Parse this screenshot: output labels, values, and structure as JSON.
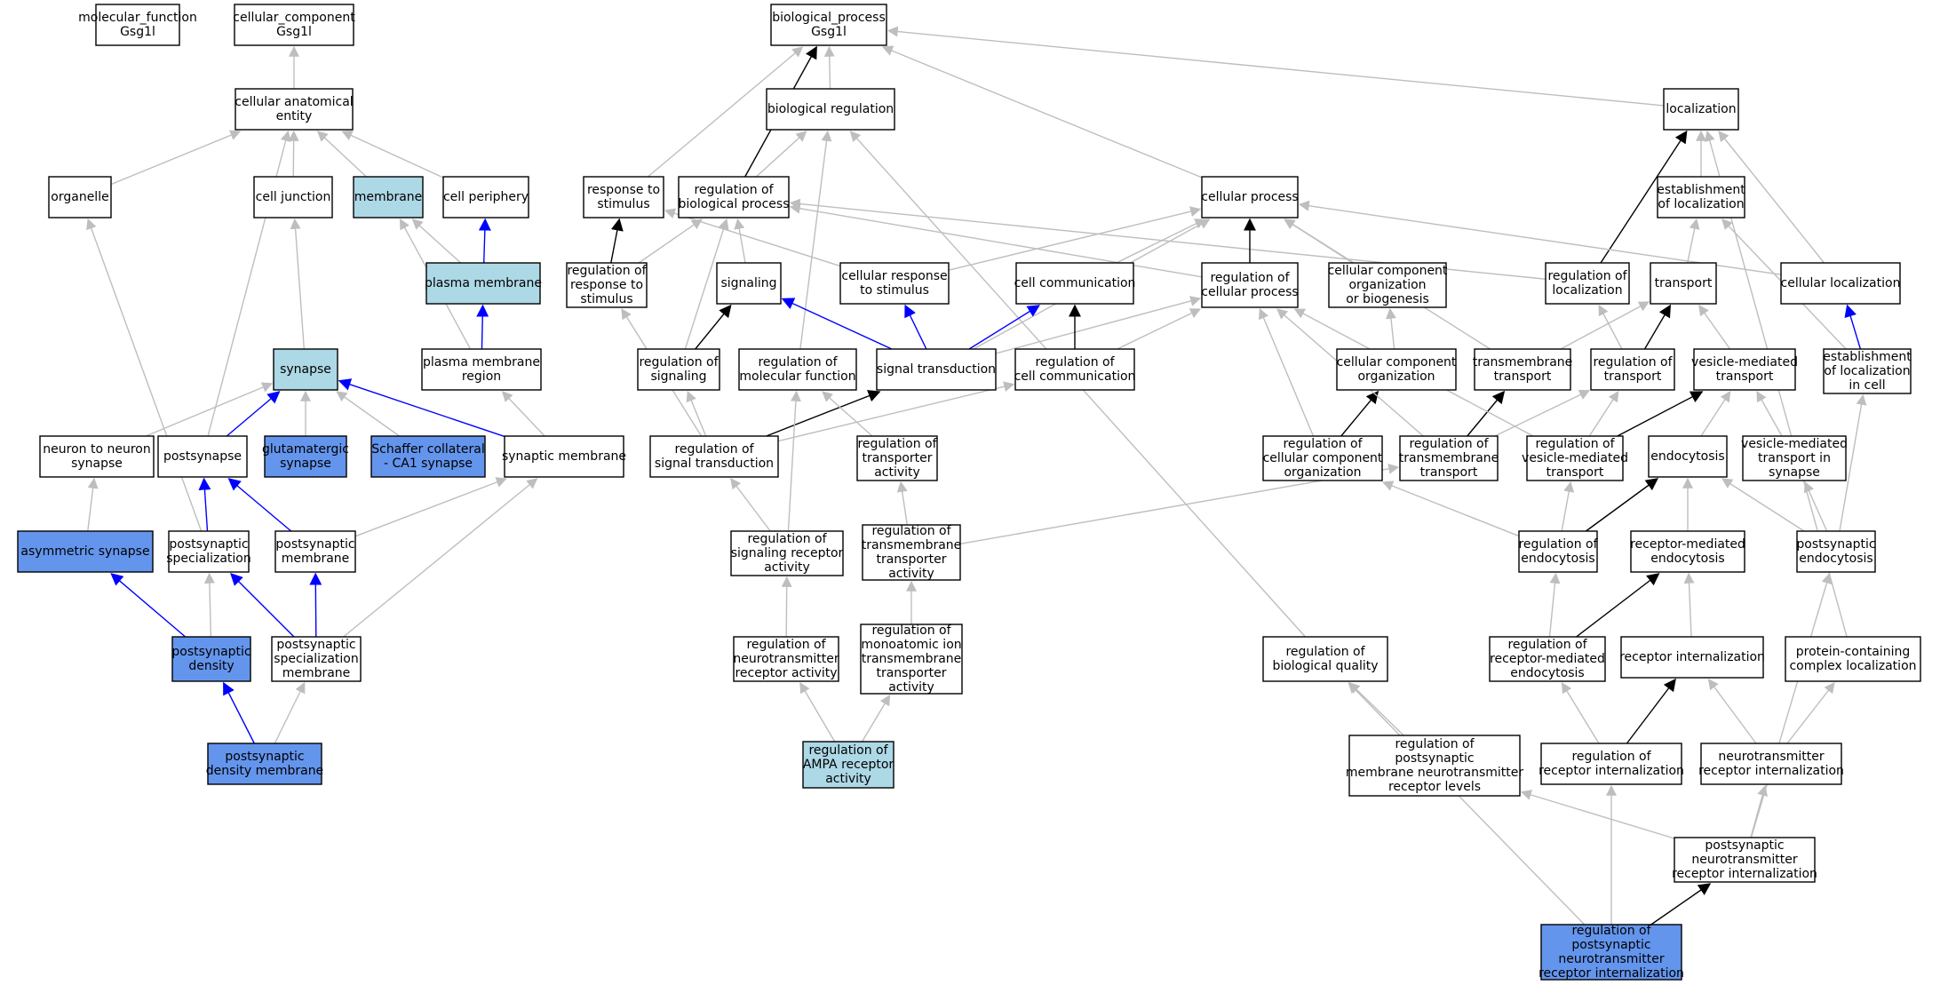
{
  "colors": {
    "white": "#ffffff",
    "light": "#add8e6",
    "blue": "#6495ed",
    "edge_gray": "#bebebe",
    "edge_black": "#000000",
    "edge_blue": "#0000ff"
  },
  "nodes": [
    {
      "id": "mf",
      "fill": "white",
      "lines": [
        "molecular_function",
        "Gsg1l"
      ]
    },
    {
      "id": "cc",
      "fill": "white",
      "lines": [
        "cellular_component",
        "Gsg1l"
      ]
    },
    {
      "id": "bp",
      "fill": "white",
      "lines": [
        "biological_process",
        "Gsg1l"
      ]
    },
    {
      "id": "cae",
      "fill": "white",
      "lines": [
        "cellular anatomical",
        "entity"
      ]
    },
    {
      "id": "bioreg",
      "fill": "white",
      "lines": [
        "biological regulation"
      ]
    },
    {
      "id": "loc",
      "fill": "white",
      "lines": [
        "localization"
      ]
    },
    {
      "id": "organelle",
      "fill": "white",
      "lines": [
        "organelle"
      ]
    },
    {
      "id": "celljunc",
      "fill": "white",
      "lines": [
        "cell junction"
      ]
    },
    {
      "id": "membrane",
      "fill": "light",
      "lines": [
        "membrane"
      ]
    },
    {
      "id": "cellper",
      "fill": "white",
      "lines": [
        "cell periphery"
      ]
    },
    {
      "id": "resp",
      "fill": "white",
      "lines": [
        "response to",
        "stimulus"
      ]
    },
    {
      "id": "regbio",
      "fill": "white",
      "lines": [
        "regulation of",
        "biological process"
      ]
    },
    {
      "id": "cellproc",
      "fill": "white",
      "lines": [
        "cellular process"
      ]
    },
    {
      "id": "estloc",
      "fill": "white",
      "lines": [
        "establishment",
        "of localization"
      ]
    },
    {
      "id": "plasmamem",
      "fill": "light",
      "lines": [
        "plasma membrane"
      ]
    },
    {
      "id": "regresp",
      "fill": "white",
      "lines": [
        "regulation of",
        "response to",
        "stimulus"
      ]
    },
    {
      "id": "signaling",
      "fill": "white",
      "lines": [
        "signaling"
      ]
    },
    {
      "id": "cellresp",
      "fill": "white",
      "lines": [
        "cellular response",
        "to stimulus"
      ]
    },
    {
      "id": "cellcomm",
      "fill": "white",
      "lines": [
        "cell communication"
      ]
    },
    {
      "id": "regcellproc",
      "fill": "white",
      "lines": [
        "regulation of",
        "cellular process"
      ]
    },
    {
      "id": "ccorg",
      "fill": "white",
      "lines": [
        "cellular component",
        "organization",
        "or biogenesis"
      ]
    },
    {
      "id": "regloc",
      "fill": "white",
      "lines": [
        "regulation of",
        "localization"
      ]
    },
    {
      "id": "transport",
      "fill": "white",
      "lines": [
        "transport"
      ]
    },
    {
      "id": "cellloc",
      "fill": "white",
      "lines": [
        "cellular localization"
      ]
    },
    {
      "id": "synapse",
      "fill": "light",
      "lines": [
        "synapse"
      ]
    },
    {
      "id": "pmregion",
      "fill": "white",
      "lines": [
        "plasma membrane",
        "region"
      ]
    },
    {
      "id": "regsig",
      "fill": "white",
      "lines": [
        "regulation of",
        "signaling"
      ]
    },
    {
      "id": "regmf",
      "fill": "white",
      "lines": [
        "regulation of",
        "molecular function"
      ]
    },
    {
      "id": "sigtrans",
      "fill": "white",
      "lines": [
        "signal transduction"
      ]
    },
    {
      "id": "regcellcomm",
      "fill": "white",
      "lines": [
        "regulation of",
        "cell communication"
      ]
    },
    {
      "id": "ccorg2",
      "fill": "white",
      "lines": [
        "cellular component",
        "organization"
      ]
    },
    {
      "id": "tmtrans",
      "fill": "white",
      "lines": [
        "transmembrane",
        "transport"
      ]
    },
    {
      "id": "regtrans",
      "fill": "white",
      "lines": [
        "regulation of",
        "transport"
      ]
    },
    {
      "id": "vesmed",
      "fill": "white",
      "lines": [
        "vesicle-mediated",
        "transport"
      ]
    },
    {
      "id": "estlocincell",
      "fill": "white",
      "lines": [
        "establishment",
        "of localization",
        "in cell"
      ]
    },
    {
      "id": "n2n",
      "fill": "white",
      "lines": [
        "neuron to neuron",
        "synapse"
      ]
    },
    {
      "id": "postsyn",
      "fill": "white",
      "lines": [
        "postsynapse"
      ]
    },
    {
      "id": "glut",
      "fill": "blue",
      "lines": [
        "glutamatergic",
        "synapse"
      ]
    },
    {
      "id": "schaffer",
      "fill": "blue",
      "lines": [
        "Schaffer collateral",
        "- CA1 synapse"
      ]
    },
    {
      "id": "synmem",
      "fill": "white",
      "lines": [
        "synaptic membrane"
      ]
    },
    {
      "id": "regsigtrans",
      "fill": "white",
      "lines": [
        "regulation of",
        "signal transduction"
      ]
    },
    {
      "id": "regtransact",
      "fill": "white",
      "lines": [
        "regulation of",
        "transporter",
        "activity"
      ]
    },
    {
      "id": "regccorg",
      "fill": "white",
      "lines": [
        "regulation of",
        "cellular component",
        "organization"
      ]
    },
    {
      "id": "regtmtrans",
      "fill": "white",
      "lines": [
        "regulation of",
        "transmembrane",
        "transport"
      ]
    },
    {
      "id": "regvesmed",
      "fill": "white",
      "lines": [
        "regulation of",
        "vesicle-mediated",
        "transport"
      ]
    },
    {
      "id": "endo",
      "fill": "white",
      "lines": [
        "endocytosis"
      ]
    },
    {
      "id": "vesmedsyn",
      "fill": "white",
      "lines": [
        "vesicle-mediated",
        "transport in",
        "synapse"
      ]
    },
    {
      "id": "asym",
      "fill": "blue",
      "lines": [
        "asymmetric synapse"
      ]
    },
    {
      "id": "postspec",
      "fill": "white",
      "lines": [
        "postsynaptic",
        "specialization"
      ]
    },
    {
      "id": "postmem",
      "fill": "white",
      "lines": [
        "postsynaptic",
        "membrane"
      ]
    },
    {
      "id": "regsigrec",
      "fill": "white",
      "lines": [
        "regulation of",
        "signaling receptor",
        "activity"
      ]
    },
    {
      "id": "regtmtransact",
      "fill": "white",
      "lines": [
        "regulation of",
        "transmembrane",
        "transporter",
        "activity"
      ]
    },
    {
      "id": "regendo",
      "fill": "white",
      "lines": [
        "regulation of",
        "endocytosis"
      ]
    },
    {
      "id": "recmedendo",
      "fill": "white",
      "lines": [
        "receptor-mediated",
        "endocytosis"
      ]
    },
    {
      "id": "postendo",
      "fill": "white",
      "lines": [
        "postsynaptic",
        "endocytosis"
      ]
    },
    {
      "id": "psd",
      "fill": "blue",
      "lines": [
        "postsynaptic",
        "density"
      ]
    },
    {
      "id": "postspecmem",
      "fill": "white",
      "lines": [
        "postsynaptic",
        "specialization",
        "membrane"
      ]
    },
    {
      "id": "regntrec",
      "fill": "white",
      "lines": [
        "regulation of",
        "neurotransmitter",
        "receptor activity"
      ]
    },
    {
      "id": "regmono",
      "fill": "white",
      "lines": [
        "regulation of",
        "monoatomic ion",
        "transmembrane",
        "transporter",
        "activity"
      ]
    },
    {
      "id": "regbioqual",
      "fill": "white",
      "lines": [
        "regulation of",
        "biological quality"
      ]
    },
    {
      "id": "regrecmedendo",
      "fill": "white",
      "lines": [
        "regulation of",
        "receptor-mediated",
        "endocytosis"
      ]
    },
    {
      "id": "recint",
      "fill": "white",
      "lines": [
        "receptor internalization"
      ]
    },
    {
      "id": "protcomp",
      "fill": "white",
      "lines": [
        "protein-containing",
        "complex localization"
      ]
    },
    {
      "id": "psdmem",
      "fill": "blue",
      "lines": [
        "postsynaptic",
        "density membrane"
      ]
    },
    {
      "id": "regampa",
      "fill": "light",
      "lines": [
        "regulation of",
        "AMPA receptor",
        "activity"
      ]
    },
    {
      "id": "regpostmemnt",
      "fill": "white",
      "lines": [
        "regulation of",
        "postsynaptic",
        "membrane neurotransmitter",
        "receptor levels"
      ]
    },
    {
      "id": "regrecint",
      "fill": "white",
      "lines": [
        "regulation of",
        "receptor internalization"
      ]
    },
    {
      "id": "ntrecint",
      "fill": "white",
      "lines": [
        "neurotransmitter",
        "receptor internalization"
      ]
    },
    {
      "id": "postntrecint",
      "fill": "white",
      "lines": [
        "postsynaptic",
        "neurotransmitter",
        "receptor internalization"
      ]
    },
    {
      "id": "regpostntrecint",
      "fill": "blue",
      "lines": [
        "regulation of",
        "postsynaptic",
        "neurotransmitter",
        "receptor internalization"
      ]
    }
  ],
  "edges": [
    [
      "cae",
      "cc",
      "gray"
    ],
    [
      "organelle",
      "cae",
      "gray"
    ],
    [
      "celljunc",
      "cae",
      "gray"
    ],
    [
      "membrane",
      "cae",
      "gray"
    ],
    [
      "cellper",
      "cae",
      "gray"
    ],
    [
      "postsyn",
      "cae",
      "gray"
    ],
    [
      "postspec",
      "organelle",
      "gray"
    ],
    [
      "synapse",
      "celljunc",
      "gray"
    ],
    [
      "plasmamem",
      "membrane",
      "gray"
    ],
    [
      "plasmamem",
      "cellper",
      "blue"
    ],
    [
      "pmregion",
      "membrane",
      "gray"
    ],
    [
      "pmregion",
      "plasmamem",
      "blue"
    ],
    [
      "n2n",
      "synapse",
      "gray"
    ],
    [
      "postsyn",
      "synapse",
      "blue"
    ],
    [
      "glut",
      "synapse",
      "gray"
    ],
    [
      "schaffer",
      "synapse",
      "gray"
    ],
    [
      "synmem",
      "synapse",
      "blue"
    ],
    [
      "synmem",
      "pmregion",
      "gray"
    ],
    [
      "asym",
      "n2n",
      "gray"
    ],
    [
      "postspec",
      "postsyn",
      "blue"
    ],
    [
      "postmem",
      "postsyn",
      "blue"
    ],
    [
      "postmem",
      "synmem",
      "gray"
    ],
    [
      "psd",
      "asym",
      "blue"
    ],
    [
      "psd",
      "postspec",
      "gray"
    ],
    [
      "postspecmem",
      "postspec",
      "blue"
    ],
    [
      "postspecmem",
      "postmem",
      "blue"
    ],
    [
      "postspecmem",
      "synmem",
      "gray"
    ],
    [
      "psdmem",
      "psd",
      "blue"
    ],
    [
      "psdmem",
      "postspecmem",
      "gray"
    ],
    [
      "bioreg",
      "bp",
      "gray"
    ],
    [
      "loc",
      "bp",
      "gray"
    ],
    [
      "resp",
      "bp",
      "gray"
    ],
    [
      "regbio",
      "bp",
      "black"
    ],
    [
      "cellproc",
      "bp",
      "gray"
    ],
    [
      "regbio",
      "bioreg",
      "gray"
    ],
    [
      "estloc",
      "loc",
      "gray"
    ],
    [
      "regloc",
      "loc",
      "black"
    ],
    [
      "cellloc",
      "loc",
      "gray"
    ],
    [
      "protcomp",
      "loc",
      "gray"
    ],
    [
      "regresp",
      "resp",
      "black"
    ],
    [
      "regresp",
      "regbio",
      "gray"
    ],
    [
      "cellresp",
      "resp",
      "gray"
    ],
    [
      "signaling",
      "regbio",
      "gray"
    ],
    [
      "regcellproc",
      "regbio",
      "gray"
    ],
    [
      "regloc",
      "regbio",
      "gray"
    ],
    [
      "regsig",
      "regbio",
      "gray"
    ],
    [
      "regsig",
      "signaling",
      "black"
    ],
    [
      "regmf",
      "bioreg",
      "gray"
    ],
    [
      "regbioqual",
      "bioreg",
      "gray"
    ],
    [
      "cellresp",
      "cellproc",
      "gray"
    ],
    [
      "cellcomm",
      "cellproc",
      "gray"
    ],
    [
      "regcellproc",
      "cellproc",
      "black"
    ],
    [
      "ccorg",
      "cellproc",
      "gray"
    ],
    [
      "cellloc",
      "cellproc",
      "gray"
    ],
    [
      "tmtrans",
      "cellproc",
      "gray"
    ],
    [
      "sigtrans",
      "cellproc",
      "gray"
    ],
    [
      "transport",
      "estloc",
      "gray"
    ],
    [
      "estlocincell",
      "estloc",
      "gray"
    ],
    [
      "sigtrans",
      "signaling",
      "blue"
    ],
    [
      "sigtrans",
      "cellresp",
      "blue"
    ],
    [
      "sigtrans",
      "cellcomm",
      "blue"
    ],
    [
      "sigtrans",
      "regcellproc",
      "gray"
    ],
    [
      "regcellcomm",
      "cellcomm",
      "black"
    ],
    [
      "regcellcomm",
      "regcellproc",
      "gray"
    ],
    [
      "regsigtrans",
      "sigtrans",
      "black"
    ],
    [
      "regsigtrans",
      "regsig",
      "gray"
    ],
    [
      "regsigtrans",
      "regcellcomm",
      "gray"
    ],
    [
      "regsigtrans",
      "regresp",
      "gray"
    ],
    [
      "ccorg2",
      "ccorg",
      "gray"
    ],
    [
      "regccorg",
      "ccorg2",
      "black"
    ],
    [
      "regccorg",
      "regcellproc",
      "gray"
    ],
    [
      "regtrans",
      "transport",
      "black"
    ],
    [
      "regtrans",
      "regloc",
      "gray"
    ],
    [
      "tmtrans",
      "transport",
      "gray"
    ],
    [
      "vesmed",
      "transport",
      "gray"
    ],
    [
      "estlocincell",
      "cellloc",
      "blue"
    ],
    [
      "regtmtrans",
      "tmtrans",
      "black"
    ],
    [
      "regtmtrans",
      "regtrans",
      "gray"
    ],
    [
      "regtmtrans",
      "regcellproc",
      "gray"
    ],
    [
      "regvesmed",
      "vesmed",
      "black"
    ],
    [
      "regvesmed",
      "regtrans",
      "gray"
    ],
    [
      "regvesmed",
      "regcellproc",
      "gray"
    ],
    [
      "endo",
      "vesmed",
      "gray"
    ],
    [
      "vesmedsyn",
      "vesmed",
      "gray"
    ],
    [
      "regtransact",
      "regmf",
      "gray"
    ],
    [
      "regsigrec",
      "regmf",
      "gray"
    ],
    [
      "regsigrec",
      "regsigtrans",
      "gray"
    ],
    [
      "regtmtransact",
      "regtransact",
      "gray"
    ],
    [
      "regtmtransact",
      "regtmtrans",
      "gray"
    ],
    [
      "regendo",
      "endo",
      "black"
    ],
    [
      "regendo",
      "regvesmed",
      "gray"
    ],
    [
      "regendo",
      "regccorg",
      "gray"
    ],
    [
      "recmedendo",
      "endo",
      "gray"
    ],
    [
      "postendo",
      "endo",
      "gray"
    ],
    [
      "postendo",
      "vesmedsyn",
      "gray"
    ],
    [
      "postendo",
      "estlocincell",
      "gray"
    ],
    [
      "regntrec",
      "regsigrec",
      "gray"
    ],
    [
      "regmono",
      "regtmtransact",
      "gray"
    ],
    [
      "regampa",
      "regntrec",
      "gray"
    ],
    [
      "regampa",
      "regmono",
      "gray"
    ],
    [
      "regrecmedendo",
      "recmedendo",
      "black"
    ],
    [
      "regrecmedendo",
      "regendo",
      "gray"
    ],
    [
      "recint",
      "recmedendo",
      "gray"
    ],
    [
      "regrecint",
      "recint",
      "black"
    ],
    [
      "regrecint",
      "regrecmedendo",
      "gray"
    ],
    [
      "ntrecint",
      "recint",
      "gray"
    ],
    [
      "ntrecint",
      "protcomp",
      "gray"
    ],
    [
      "regpostmemnt",
      "regbioqual",
      "gray"
    ],
    [
      "postntrecint",
      "ntrecint",
      "gray"
    ],
    [
      "postntrecint",
      "postendo",
      "gray"
    ],
    [
      "postntrecint",
      "regpostmemnt",
      "gray"
    ],
    [
      "regpostntrecint",
      "postntrecint",
      "black"
    ],
    [
      "regpostntrecint",
      "regrecint",
      "gray"
    ],
    [
      "regpostntrecint",
      "regbioqual",
      "gray"
    ]
  ]
}
